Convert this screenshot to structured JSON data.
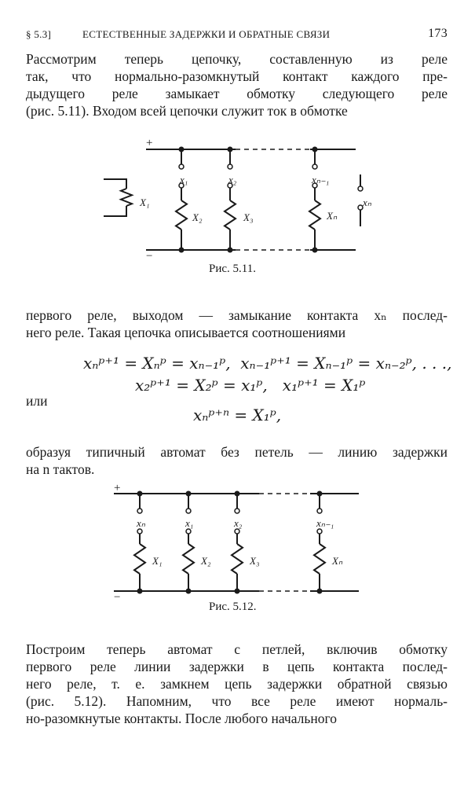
{
  "header": {
    "section": "§ 5.3]",
    "title": "ЕСТЕСТВЕННЫЕ ЗАДЕРЖКИ И ОБРАТНЫЕ СВЯЗИ",
    "page": "173"
  },
  "para1": [
    "Рассмотрим теперь цепочку, составленную из реле",
    "так, что нормально-разомкнутый контакт каждого пре-",
    "дыдущего реле замыкает обмотку следующего реле",
    "(рис. 5.11). Входом всей цепочки служит ток в обмотке"
  ],
  "fig1": {
    "caption": "Рис. 5.11.",
    "plus": "+",
    "minus": "−",
    "labels": {
      "X1": "X₁",
      "x1": "x₁",
      "x2": "x₂",
      "xn1": "xₙ₋₁",
      "X2": "X₂",
      "X3": "X₃",
      "Xn": "Xₙ",
      "xn": "xₙ"
    }
  },
  "para2": [
    "первого реле, выходом — замыкание контакта xₙ послед-",
    "него реле. Такая цепочка описывается соотношениями"
  ],
  "formula1": "xₙᵖ⁺¹ = Xₙᵖ = xₙ₋₁ᵖ,  xₙ₋₁ᵖ⁺¹ = Xₙ₋₁ᵖ = xₙ₋₂ᵖ, . . .,",
  "formula2": "x₂ᵖ⁺¹ = X₂ᵖ = x₁ᵖ,   x₁ᵖ⁺¹ = X₁ᵖ",
  "or_word": "или",
  "formula3": "xₙᵖ⁺ⁿ = X₁ᵖ,",
  "para3": [
    "образуя типичный автомат без петель — линию задержки",
    "на n тактов."
  ],
  "fig2": {
    "caption": "Рис. 5.12.",
    "plus": "+",
    "minus": "−",
    "labels": {
      "xn": "xₙ",
      "x1": "x₁",
      "x2": "x₂",
      "xn1": "xₙ₋₁",
      "X1": "X₁",
      "X2": "X₂",
      "X3": "X₃",
      "Xn": "Xₙ"
    }
  },
  "para4": [
    "Построим теперь автомат с петлей, включив обмотку",
    "первого реле линии задержки в цепь контакта послед-",
    "него реле, т. е. замкнем цепь задержки обратной связью",
    "(рис. 5.12). Напомним, что все реле имеют нормаль-",
    "но-разомкнутые контакты. После любого начального"
  ]
}
